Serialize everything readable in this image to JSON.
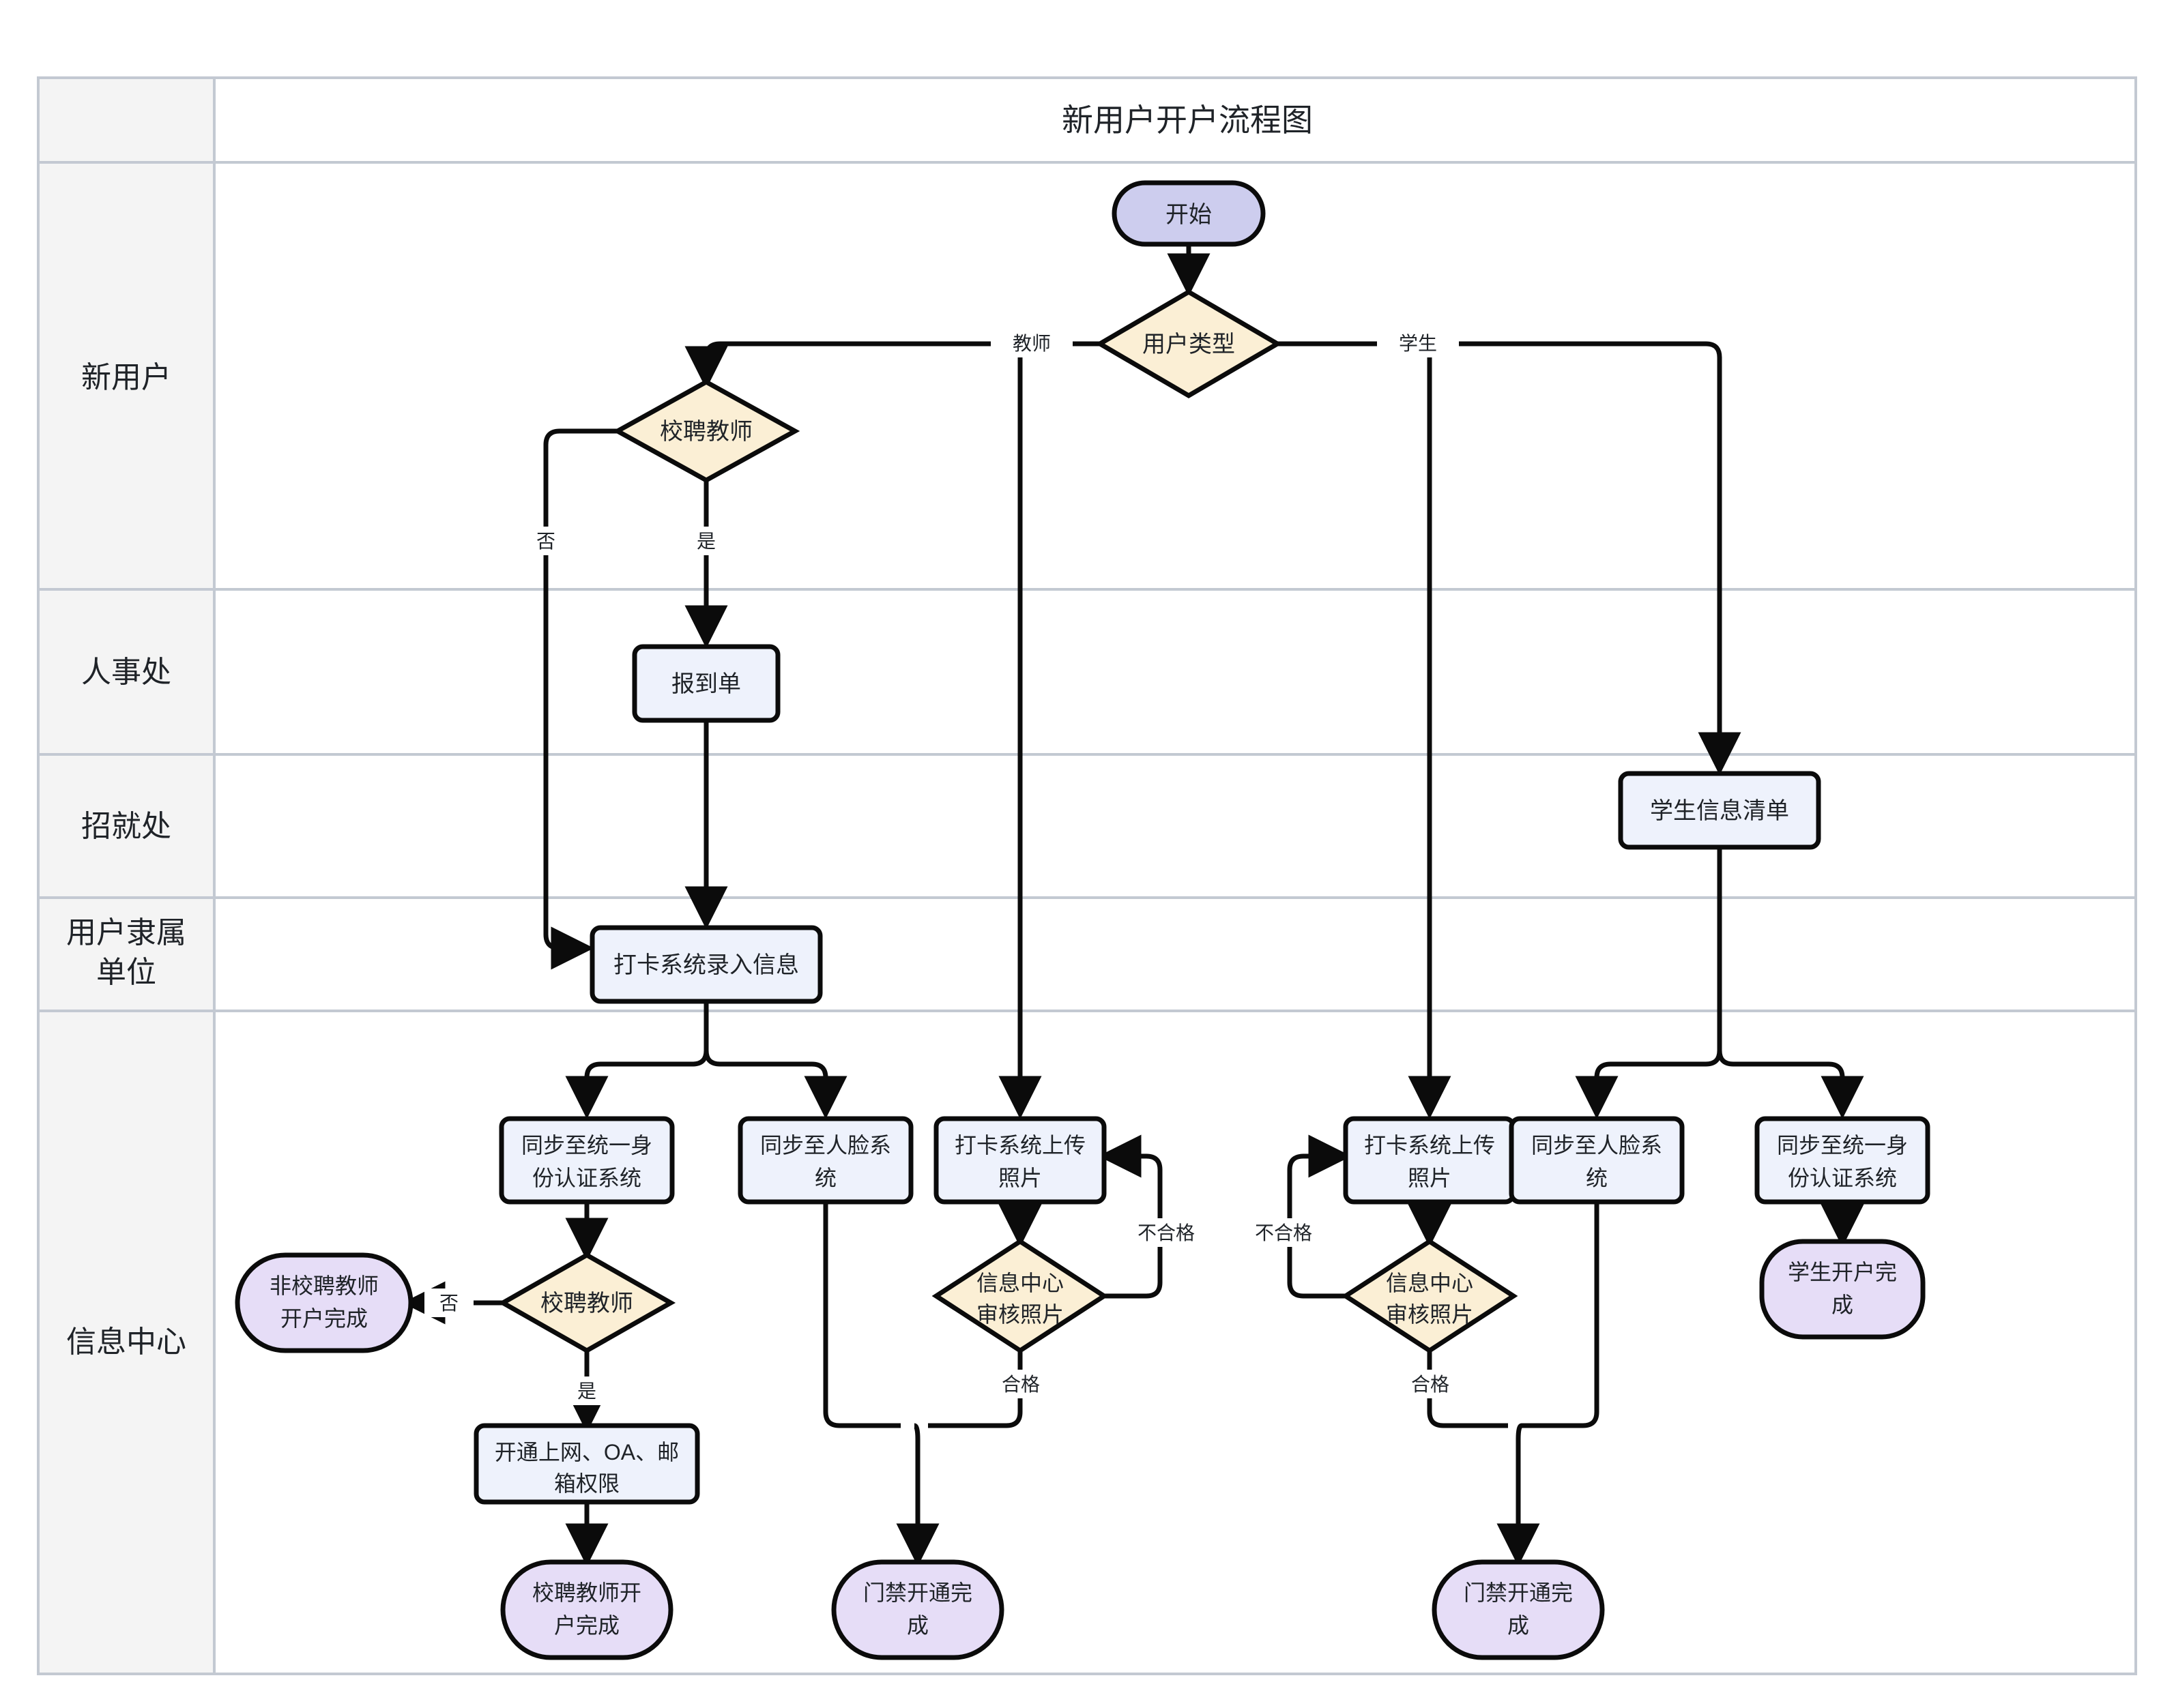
{
  "diagram": {
    "title": "新用户开户流程图",
    "type": "swimlane-flowchart"
  },
  "lanes": [
    {
      "id": "lane-title",
      "label": ""
    },
    {
      "id": "lane-newuser",
      "label": "新用户"
    },
    {
      "id": "lane-hr",
      "label": "人事处"
    },
    {
      "id": "lane-career",
      "label": "招就处"
    },
    {
      "id": "lane-unit",
      "label": "用户隶属\n单位"
    },
    {
      "id": "lane-itc",
      "label": "信息中心"
    }
  ],
  "lane_labels": {
    "new_user": "新用户",
    "hr_office": "人事处",
    "career_office": "招就处",
    "affiliated_unit_line1": "用户隶属",
    "affiliated_unit_line2": "单位",
    "info_center": "信息中心"
  },
  "nodes": {
    "start": "开始",
    "user_type": "用户类型",
    "campus_teacher_1": "校聘教师",
    "report_form": "报到单",
    "student_info_list": "学生信息清单",
    "card_system_entry": "打卡系统录入信息",
    "sync_identity_left": {
      "line1": "同步至统一身",
      "line2": "份认证系统"
    },
    "sync_face_left": {
      "line1": "同步至人脸系",
      "line2": "统"
    },
    "card_upload_photo_left": {
      "line1": "打卡系统上传",
      "line2": "照片"
    },
    "review_photo_left": {
      "line1": "信息中心",
      "line2": "审核照片"
    },
    "campus_teacher_2": "校聘教师",
    "non_campus_teacher_done": {
      "line1": "非校聘教师",
      "line2": "开户完成"
    },
    "grant_permissions": {
      "line1": "开通上网、OA、邮",
      "line2": "箱权限"
    },
    "campus_teacher_done": {
      "line1": "校聘教师开",
      "line2": "户完成"
    },
    "access_done_left": {
      "line1": "门禁开通完",
      "line2": "成"
    },
    "card_upload_photo_right": {
      "line1": "打卡系统上传",
      "line2": "照片"
    },
    "review_photo_right": {
      "line1": "信息中心",
      "line2": "审核照片"
    },
    "sync_face_right": {
      "line1": "同步至人脸系",
      "line2": "统"
    },
    "sync_identity_right": {
      "line1": "同步至统一身",
      "line2": "份认证系统"
    },
    "student_done": {
      "line1": "学生开户完",
      "line2": "成"
    },
    "access_done_right": {
      "line1": "门禁开通完",
      "line2": "成"
    }
  },
  "edge_labels": {
    "teacher": "教师",
    "student": "学生",
    "no_1": "否",
    "yes_1": "是",
    "no_2": "否",
    "yes_2": "是",
    "fail_left": "不合格",
    "pass_left": "合格",
    "fail_right": "不合格",
    "pass_right": "合格"
  },
  "colors": {
    "process_fill": "#eef2fc",
    "decision_fill": "#fbefd5",
    "terminal_start_fill": "#cdcdee",
    "terminal_end_fill": "#e6ddf7",
    "stroke": "#0b0b0b",
    "lane_header_bg": "#f4f4f4",
    "lane_border": "#c3c9d2",
    "text": "#1f2328"
  }
}
